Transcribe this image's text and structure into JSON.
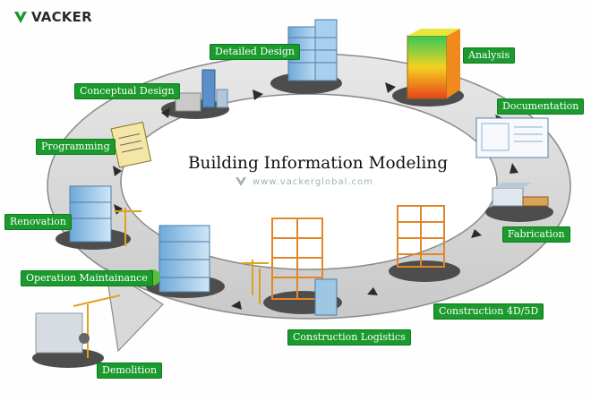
{
  "brand": {
    "logo_text": "VACKER",
    "accent": "#1b9a2d"
  },
  "title": "Building Information Modeling",
  "website": "www.vackerglobal.com",
  "stages": [
    "Detailed Design",
    "Analysis",
    "Documentation",
    "Fabrication",
    "Construction 4D/5D",
    "Construction Logistics",
    "Operation Maintainance",
    "Renovation",
    "Programming",
    "Conceptual Design",
    "Demolition"
  ]
}
